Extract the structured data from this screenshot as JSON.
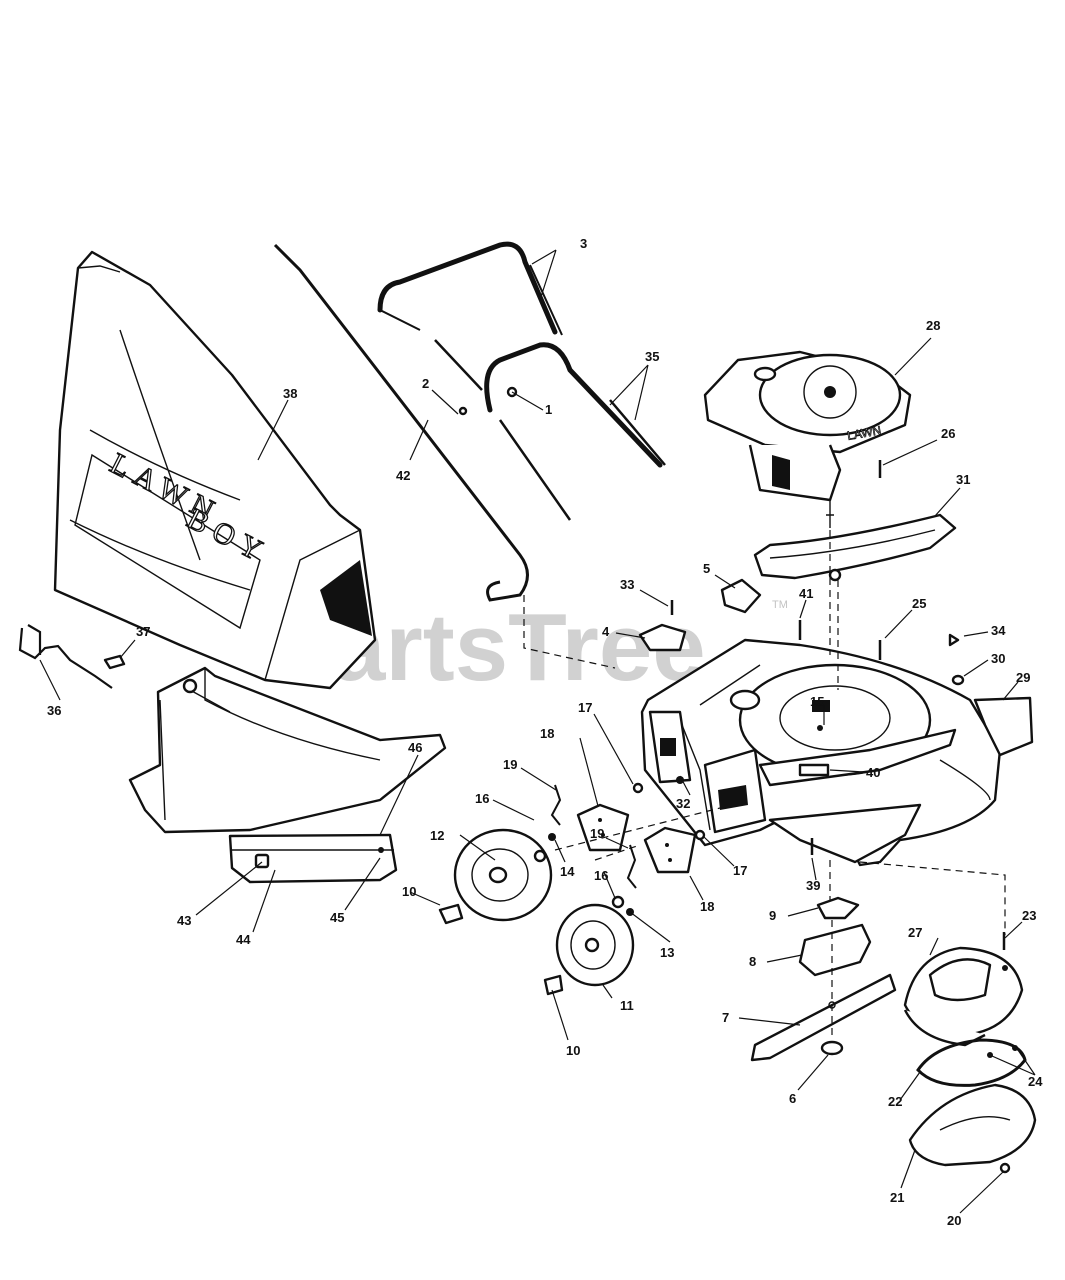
{
  "watermark": {
    "text": "PartsTree",
    "tm": "TM"
  },
  "bag_logo": {
    "word1": "LAWN",
    "word2": "BOY"
  },
  "cover_logo": "LAWN",
  "labels": {
    "l1": "1",
    "l2": "2",
    "l3": "3",
    "l4": "4",
    "l5": "5",
    "l6": "6",
    "l7": "7",
    "l8": "8",
    "l9": "9",
    "l10a": "10",
    "l10b": "10",
    "l11": "11",
    "l12": "12",
    "l13": "13",
    "l14": "14",
    "l15": "15",
    "l16a": "16",
    "l16b": "16",
    "l17a": "17",
    "l17b": "17",
    "l18a": "18",
    "l18b": "18",
    "l19a": "19",
    "l19b": "19",
    "l20": "20",
    "l21": "21",
    "l22": "22",
    "l23": "23",
    "l24": "24",
    "l25": "25",
    "l26": "26",
    "l27": "27",
    "l28": "28",
    "l29": "29",
    "l30": "30",
    "l31": "31",
    "l32": "32",
    "l33": "33",
    "l34": "34",
    "l35": "35",
    "l36": "36",
    "l37": "37",
    "l38": "38",
    "l39": "39",
    "l40": "40",
    "l41": "41",
    "l42": "42",
    "l43": "43",
    "l44": "44",
    "l45": "45",
    "l46": "46"
  }
}
